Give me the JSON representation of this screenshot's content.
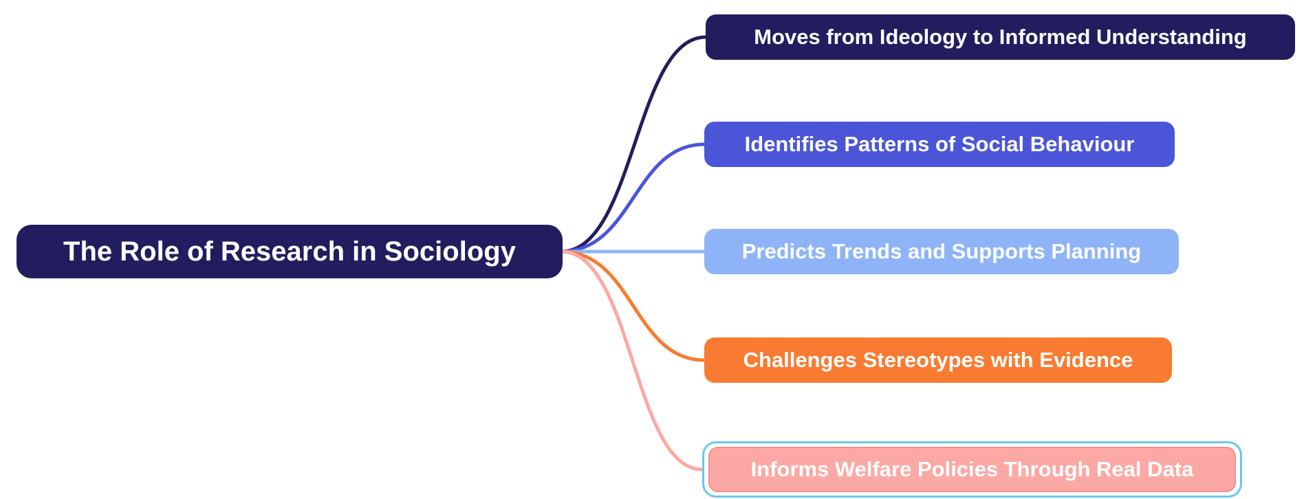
{
  "canvas": {
    "background_color": "#ffffff"
  },
  "root": {
    "label": "The Role of Research in Sociology",
    "bg_color": "#221D5E",
    "text_color": "#ffffff"
  },
  "branches": [
    {
      "id": "moves-from-ideology",
      "label": "Moves from Ideology to Informed Understanding",
      "bg_color": "#221D5E",
      "text_color": "#ffffff",
      "connector_color": "#221D5E",
      "selected": false
    },
    {
      "id": "identifies-patterns",
      "label": "Identifies Patterns of Social Behaviour",
      "bg_color": "#4A55D8",
      "text_color": "#ffffff",
      "connector_color": "#4A55D8",
      "selected": false
    },
    {
      "id": "predicts-trends",
      "label": "Predicts Trends and Supports Planning",
      "bg_color": "#8EB4F7",
      "text_color": "#ffffff",
      "connector_color": "#8EB4F7",
      "selected": false
    },
    {
      "id": "challenges-stereotypes",
      "label": "Challenges Stereotypes with Evidence",
      "bg_color": "#F87B31",
      "text_color": "#ffffff",
      "connector_color": "#F87B31",
      "selected": false
    },
    {
      "id": "informs-welfare-policies",
      "label": "Informs Welfare Policies Through Real Data",
      "bg_color": "#FCA8A4",
      "text_color": "#ffffff",
      "border_color": "#F28F8C",
      "connector_color": "#FCA8A4",
      "selected": true,
      "selection_ring_color": "#67C8EE"
    }
  ]
}
